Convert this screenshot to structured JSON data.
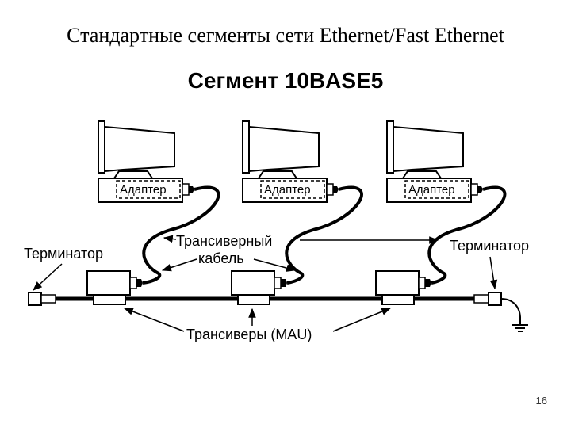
{
  "slide": {
    "title": "Стандартные сегменты сети Ethernet/Fast Ethernet",
    "subtitle": "Сегмент 10BASE5",
    "page_number": "16"
  },
  "diagram": {
    "adapters": [
      {
        "label": "Адаптер"
      },
      {
        "label": "Адаптер"
      },
      {
        "label": "Адаптер"
      }
    ],
    "labels": {
      "terminator_left": "Терминатор",
      "terminator_right": "Терминатор",
      "transceiver_cable_line1": "Трансиверный",
      "transceiver_cable_line2": "кабель",
      "transceivers": "Трансиверы (MAU)"
    }
  }
}
